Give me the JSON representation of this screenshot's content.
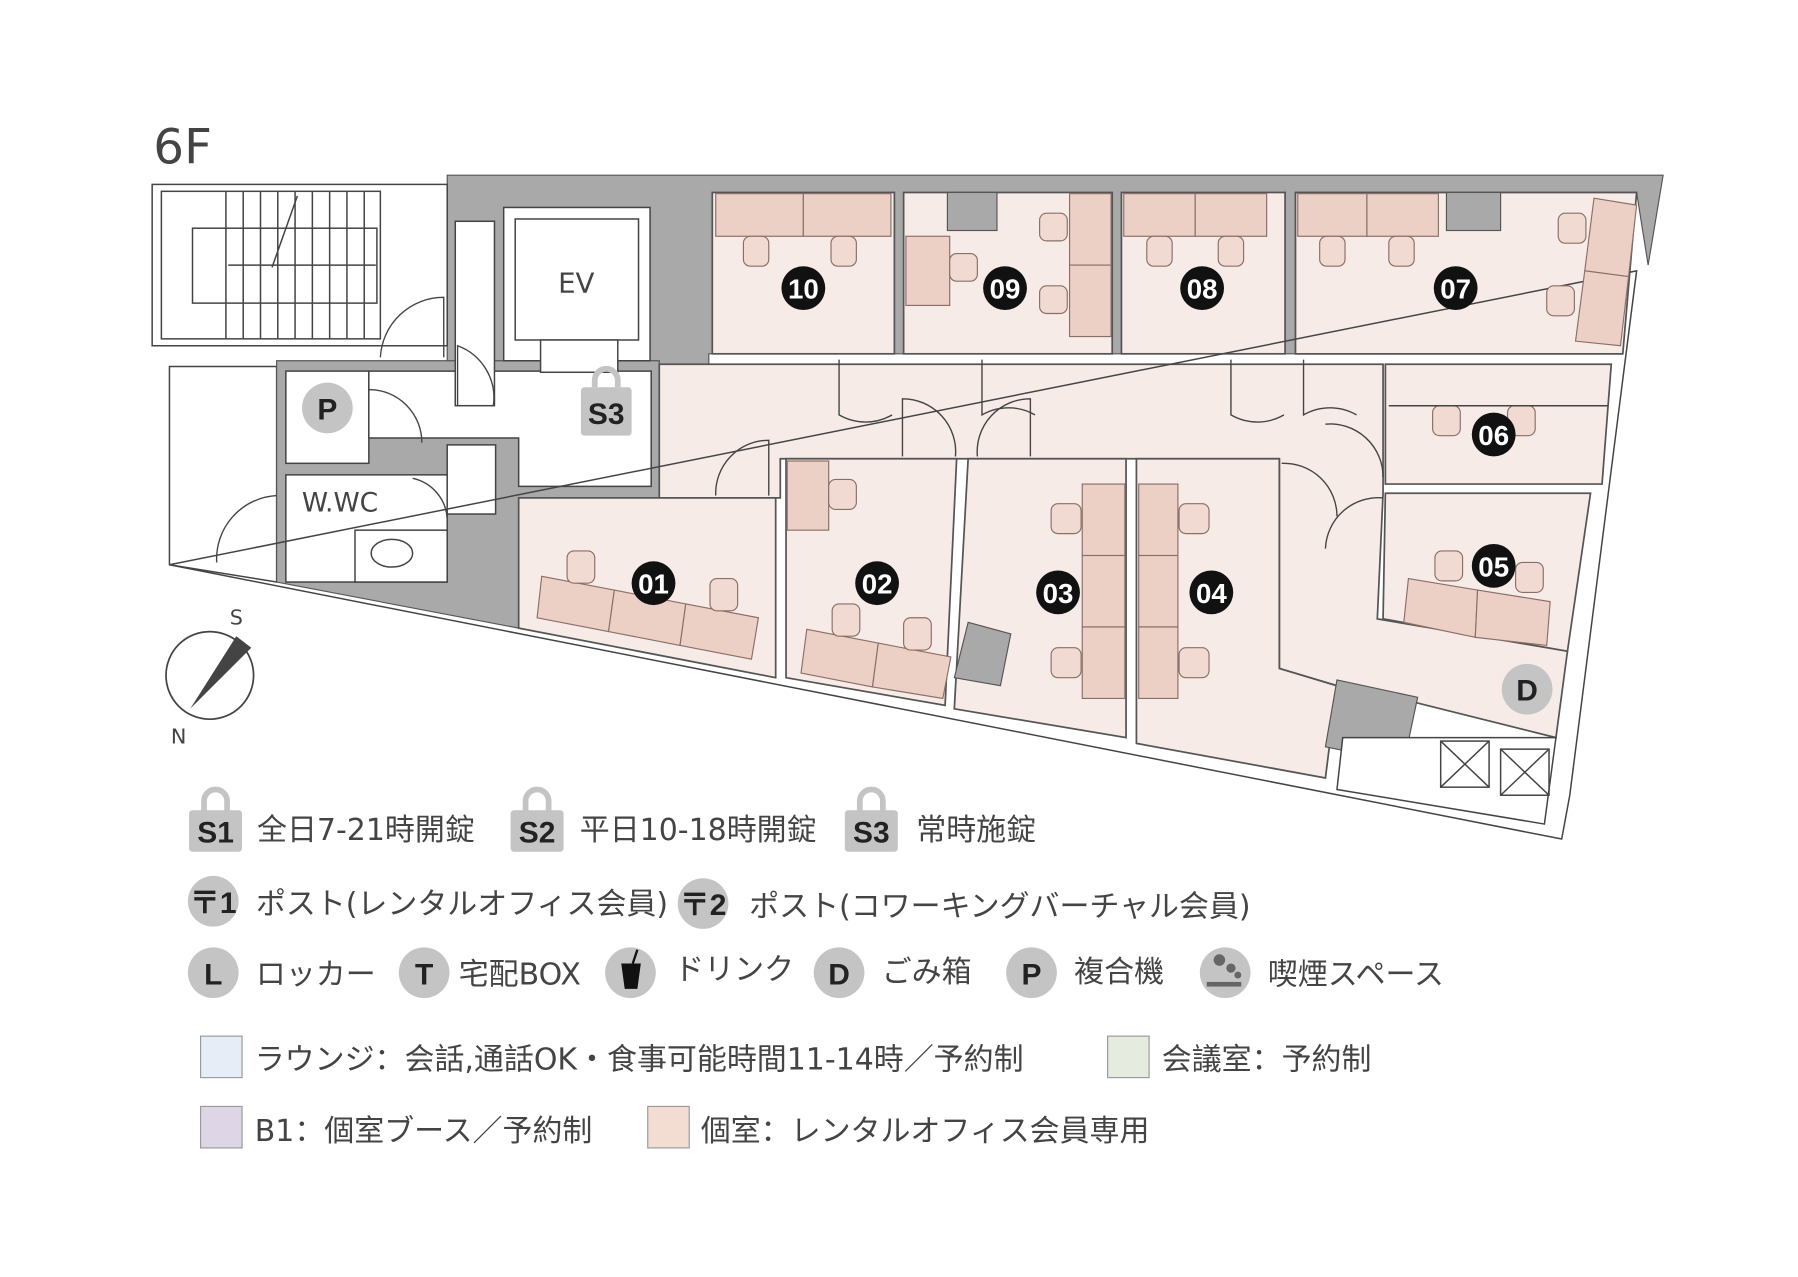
{
  "floor_label": "6F",
  "map": {
    "elevator": "EV",
    "restroom": "W.WC",
    "compass": {
      "south": "S",
      "north": "N"
    },
    "rooms": [
      "01",
      "02",
      "03",
      "04",
      "05",
      "06",
      "07",
      "08",
      "09",
      "10"
    ],
    "icons": {
      "printer": "P",
      "lock": "S3",
      "trash": "D"
    }
  },
  "legend": {
    "locks": [
      {
        "code": "S1",
        "label": "全日7-21時開錠"
      },
      {
        "code": "S2",
        "label": "平日10-18時開錠"
      },
      {
        "code": "S3",
        "label": "常時施錠"
      }
    ],
    "posts": [
      {
        "code": "〒1",
        "label": "ポスト(レンタルオフィス会員)"
      },
      {
        "code": "〒2",
        "label": "ポスト(コワーキングバーチャル会員)"
      }
    ],
    "facilities": [
      {
        "code": "L",
        "label": "ロッカー",
        "icon": "locker-icon"
      },
      {
        "code": "T",
        "label": "宅配BOX",
        "icon": "delivery-box-icon"
      },
      {
        "code": "",
        "label": "ドリンク",
        "icon": "drink-cup-icon"
      },
      {
        "code": "D",
        "label": "ごみ箱",
        "icon": "trash-icon"
      },
      {
        "code": "P",
        "label": "複合機",
        "icon": "printer-icon"
      },
      {
        "code": "",
        "label": "喫煙スペース",
        "icon": "smoking-icon"
      }
    ],
    "areas": [
      {
        "label": "ラウンジ：会話,通話OK・食事可能時間11-14時／予約制",
        "color": "#e6edf6"
      },
      {
        "label": "会議室：予約制",
        "color": "#e5ecdf"
      },
      {
        "label": "B1：個室ブース／予約制",
        "color": "#ded5e6"
      },
      {
        "label": "個室：レンタルオフィス会員専用",
        "color": "#f3dcd2"
      }
    ]
  },
  "colors": {
    "wall": "#a9a9a9",
    "room": "#f6ebe7",
    "desk": "#ecd0c6",
    "badge": "#111111",
    "icon": "#c4c4c4"
  }
}
